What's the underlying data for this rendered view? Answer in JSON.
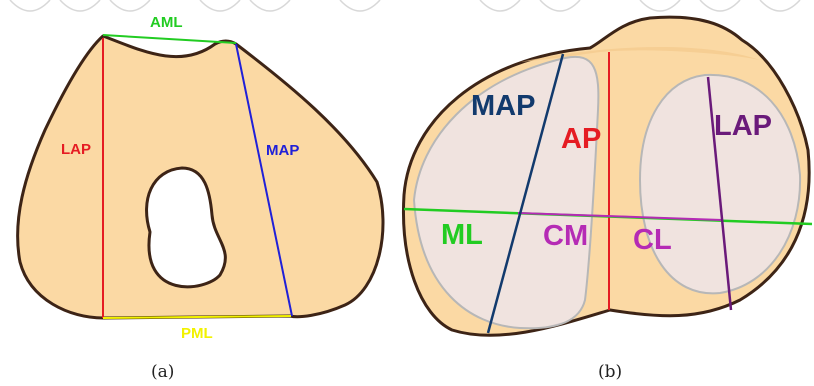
{
  "panel_a": {
    "caption": "(a)",
    "labels": {
      "aml": "AML",
      "lap": "LAP",
      "map": "MAP",
      "pml": "PML"
    }
  },
  "panel_b": {
    "caption": "(b)",
    "labels": {
      "map": "MAP",
      "ap": "AP",
      "lap": "LAP",
      "ml": "ML",
      "cm": "CM",
      "cl": "CL"
    }
  },
  "colors": {
    "bone_fill": "#fbd9a4",
    "outline": "#3d2416",
    "compartment_fill": "#ede4ea",
    "compartment_stroke": "#b7b7b7",
    "red": "#e51c23",
    "green": "#22cc22",
    "blue": "#2020d8",
    "yellow": "#f2f200",
    "navy": "#123a6d",
    "purple": "#6a1a7a",
    "magenta": "#b52bb5"
  }
}
